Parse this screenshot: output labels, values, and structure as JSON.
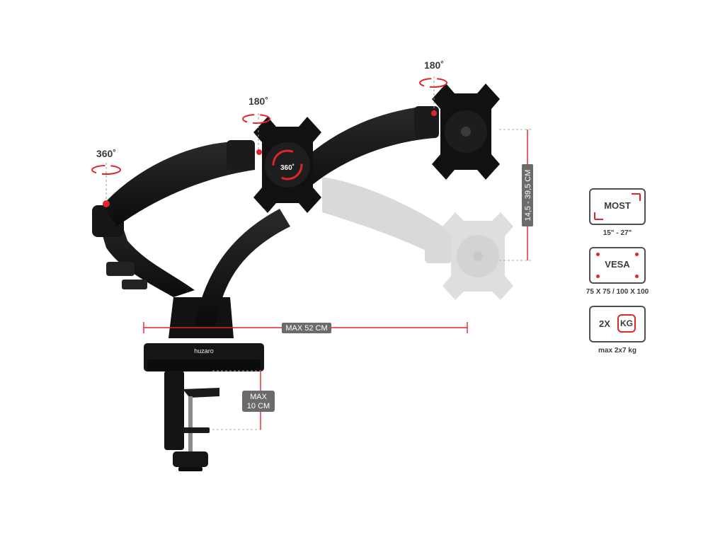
{
  "rotation": {
    "base": "360˚",
    "arm1": "180˚",
    "arm2": "180˚",
    "head": "360˚"
  },
  "dimensions": {
    "reach": "MAX 52 CM",
    "height": "14,5 - 39,5 CM",
    "clamp_line1": "MAX",
    "clamp_line2": "10 CM"
  },
  "brand": "huzaro",
  "specs": [
    {
      "title": "MOST",
      "caption": "15\" - 27\""
    },
    {
      "title": "VESA",
      "caption": "75 X 75 / 100 X 100"
    },
    {
      "title_prefix": "2X",
      "title_badge": "KG",
      "caption": "max 2x7 kg"
    }
  ],
  "colors": {
    "accent": "#e0252b",
    "product": "#141414",
    "ghost": "#cfcfcf",
    "label_bg": "#6b6b6b",
    "text": "#3c3c3c"
  }
}
